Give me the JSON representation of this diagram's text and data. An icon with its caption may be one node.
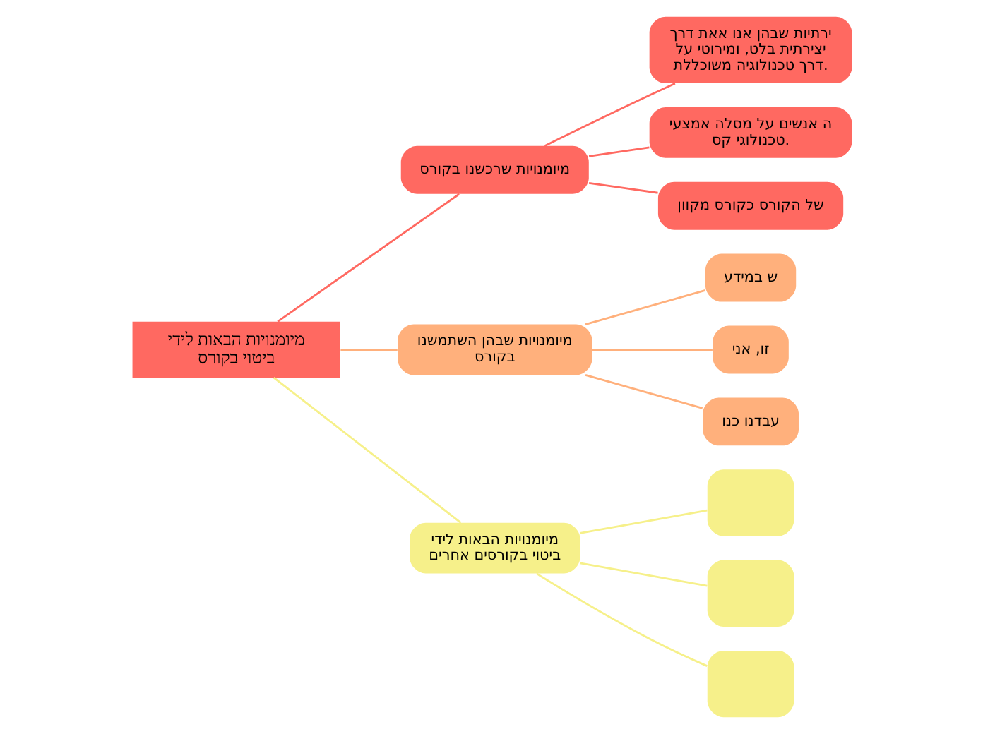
{
  "diagram": {
    "nodes": [
      {
        "text": [
          "מיומנויות הבאות לידי ביטוי בקורס"
        ]
      },
      {
        "text": [
          "מיומנויות שרכשנו בקורס"
        ]
      },
      {
        "text": [
          "ירתיות שבהן אנו אאת דרך יצירתית בלט, ומירוטי על דרך טכנולוגיה משוכללת."
        ]
      },
      {
        "text": [
          "ה אנשים על מסלה אמצעי טכנולוגי קס."
        ]
      },
      {
        "text": [
          "של הקורס כקורס מקוון"
        ]
      },
      {
        "text": [
          "מיומנויות שבהן השתמשנו בקורס"
        ]
      },
      {
        "text": [
          "ש במידע"
        ]
      },
      {
        "text": [
          "זו, אני"
        ]
      },
      {
        "text": [
          "עבדנו כנו"
        ]
      },
      {
        "text": [
          "מיומנויות הבאות לידי ביטוי בקורסים אחרים"
        ]
      },
      {
        "text": [],
        "shape": "box"
      },
      {
        "text": [],
        "shape": "box"
      },
      {
        "text": [],
        "shape": "box"
      }
    ],
    "edges": [
      {
        "from": 0,
        "to": 1,
        "arrow": "none",
        "color": "#ff6961"
      },
      {
        "from": 1,
        "to": 2,
        "arrow": "none",
        "color": "#ff6961"
      },
      {
        "from": 1,
        "to": 3,
        "arrow": "none",
        "color": "#ff6961"
      },
      {
        "from": 1,
        "to": 4,
        "arrow": "none",
        "color": "#ff6961"
      },
      {
        "from": 0,
        "to": 5,
        "arrow": "none",
        "color": "#ffb07c"
      },
      {
        "from": 5,
        "to": 6,
        "arrow": "none",
        "color": "#ffb07c"
      },
      {
        "from": 5,
        "to": 7,
        "arrow": "none",
        "color": "#ffb07c"
      },
      {
        "from": 5,
        "to": 8,
        "arrow": "none",
        "color": "#ffb07c"
      },
      {
        "from": 0,
        "to": 9,
        "arrow": "none",
        "color": "#f6f08a"
      },
      {
        "from": 9,
        "to": 10,
        "arrow": "none",
        "color": "#f6f08a"
      },
      {
        "from": 9,
        "to": 11,
        "arrow": "none",
        "color": "#f6f08a"
      },
      {
        "from": 9,
        "to": 12,
        "arrow": "none",
        "color": "#f6f08a"
      }
    ]
  }
}
